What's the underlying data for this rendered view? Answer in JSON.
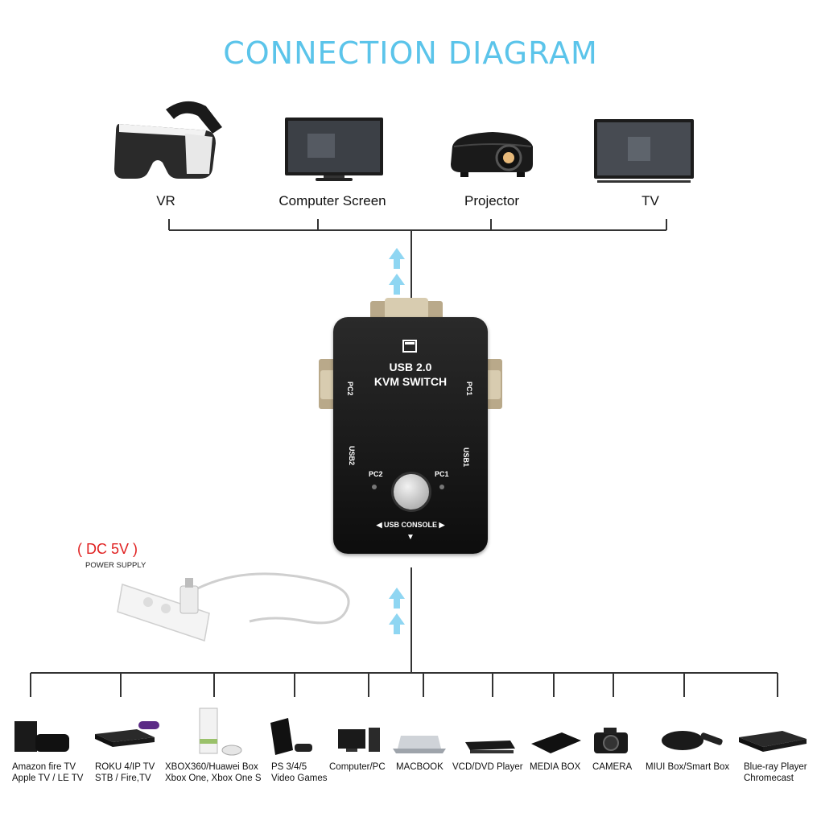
{
  "title": "CONNECTION DIAGRAM",
  "outputs": [
    {
      "label": "VR",
      "icon": "vr-headset-icon"
    },
    {
      "label": "Computer Screen",
      "icon": "monitor-icon"
    },
    {
      "label": "Projector",
      "icon": "projector-icon"
    },
    {
      "label": "TV",
      "icon": "tv-icon"
    }
  ],
  "kvm": {
    "line1": "USB 2.0",
    "line2": "KVM SWITCH",
    "pc1": "PC1",
    "pc2": "PC2",
    "usb1": "USB1",
    "usb2": "USB2",
    "led_pc1": "PC1",
    "led_pc2": "PC2",
    "console": "USB CONSOLE"
  },
  "power": {
    "voltage": "( DC 5V )",
    "label": "POWER SUPPLY"
  },
  "sources": [
    {
      "label": "Amazon fire TV\nApple TV / LE TV",
      "icon": "streaming-box-icon"
    },
    {
      "label": "ROKU 4/IP TV\nSTB / Fire,TV",
      "icon": "roku-box-icon"
    },
    {
      "label": "XBOX360/Huawei Box\nXbox One, Xbox One S",
      "icon": "xbox-console-icon"
    },
    {
      "label": "PS 3/4/5\nVideo Games",
      "icon": "playstation-icon"
    },
    {
      "label": "Computer/PC",
      "icon": "desktop-pc-icon"
    },
    {
      "label": "MACBOOK",
      "icon": "laptop-icon"
    },
    {
      "label": "VCD/DVD Player",
      "icon": "dvd-player-icon"
    },
    {
      "label": "MEDIA BOX",
      "icon": "media-box-icon"
    },
    {
      "label": "CAMERA",
      "icon": "camera-icon"
    },
    {
      "label": "MIUI Box/Smart Box",
      "icon": "smart-box-icon"
    },
    {
      "label": "Blue-ray Player\nChromecast",
      "icon": "bluray-player-icon"
    }
  ],
  "colors": {
    "title": "#5bc4ea",
    "arrow": "#7fd0f0",
    "voltage": "#e02020",
    "device_body": "#111111"
  }
}
